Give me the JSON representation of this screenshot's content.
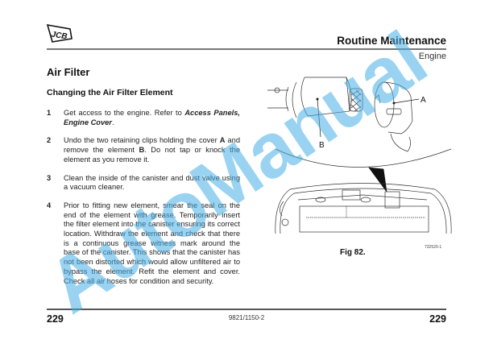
{
  "header": {
    "logo": "JCB",
    "title": "Routine Maintenance",
    "subtitle": "Engine"
  },
  "section": {
    "title": "Air Filter",
    "subtitle": "Changing the Air Filter Element"
  },
  "steps": [
    {
      "num": "1",
      "parts": [
        "Get access to the engine. Refer to ",
        "Access Panels, Engine Cover",
        "."
      ]
    },
    {
      "num": "2",
      "parts": [
        "Undo the two retaining clips holding the cover ",
        "A",
        " and remove the element ",
        "B",
        ". Do not tap or knock the element as you remove it."
      ]
    },
    {
      "num": "3",
      "text": "Clean the inside of the canister and dust valve using a vacuum cleaner."
    },
    {
      "num": "4",
      "text": "Prior to fitting new element, smear the seal on the end of the element with grease. Temporarily insert the filter element into the canister ensuring its correct location. Withdraw the element and check that there is a continuous grease witness mark around the base of the canister. This shows that the canister has not been distorted which would allow unfiltered air to bypass the element. Refit the element and cover. Check all air hoses for condition and security."
    }
  ],
  "figure": {
    "label_a": "A",
    "label_b": "B",
    "code": "732520-1",
    "caption": "Fig 82."
  },
  "footer": {
    "page_left": "229",
    "doc_number": "9821/1150-2",
    "page_right": "229"
  },
  "watermark": {
    "text": "AutoManual",
    "color": "#46AFE6"
  }
}
